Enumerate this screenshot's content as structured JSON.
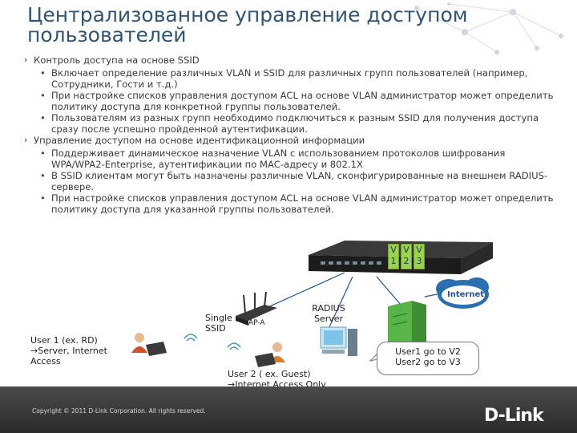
{
  "title": "Централизованное управление доступом пользователей",
  "sections": [
    {
      "label": "Контроль доступа на основе SSID",
      "bullets": [
        "Включает определение различных VLAN и SSID для различных групп пользователей (например, Сотрудники, Гости и т.д.)",
        "При настройке списков управления доступом ACL на основе VLAN администратор может определить политику доступа для конкретной группы пользователей.",
        "Пользователям из разных групп необходимо подключиться к разным SSID для получения доступа сразу после успешно пройденной аутентификации."
      ]
    },
    {
      "label": "Управление доступом на основе идентификационной информации",
      "bullets": [
        "Поддерживает динамическое назначение VLAN с использованием протоколов шифрования WPA/WPA2-Enterprise, аутентификации по MAC-адресу и 802.1X",
        "В SSID клиентам могут быть назначены различные VLAN, сконфигурированные на внешнем RADIUS-сервере.",
        "При настройке списков управления доступом ACL на основе VLAN администратор может определить политику доступа для указанной группы пользователей."
      ]
    }
  ],
  "diagram": {
    "vlans": [
      {
        "top": "V",
        "bottom": "1"
      },
      {
        "top": "V",
        "bottom": "2"
      },
      {
        "top": "V",
        "bottom": "3"
      }
    ],
    "internet_label": "Internet",
    "ssid_label": "Single SSID",
    "ap_label": "AP-A",
    "radius_label": "RADIUS Server",
    "user1_label": "User 1 (ex. RD) →Server, Internet Access",
    "user2_label": "User 2 ( ex. Guest) →Internet Access Only",
    "mapping_label": "User1 go to V2 User2 go to V3"
  },
  "footer": {
    "copyright": "Copyright © 2011 D-Link Corporation. All rights reserved.",
    "logo": "D-Link",
    "logo_color": "#2aa8a8"
  },
  "colors": {
    "title": "#2f5574",
    "vlan_box": "#9bd24a",
    "server": "#56b546",
    "internet": "#2a6fb0"
  }
}
